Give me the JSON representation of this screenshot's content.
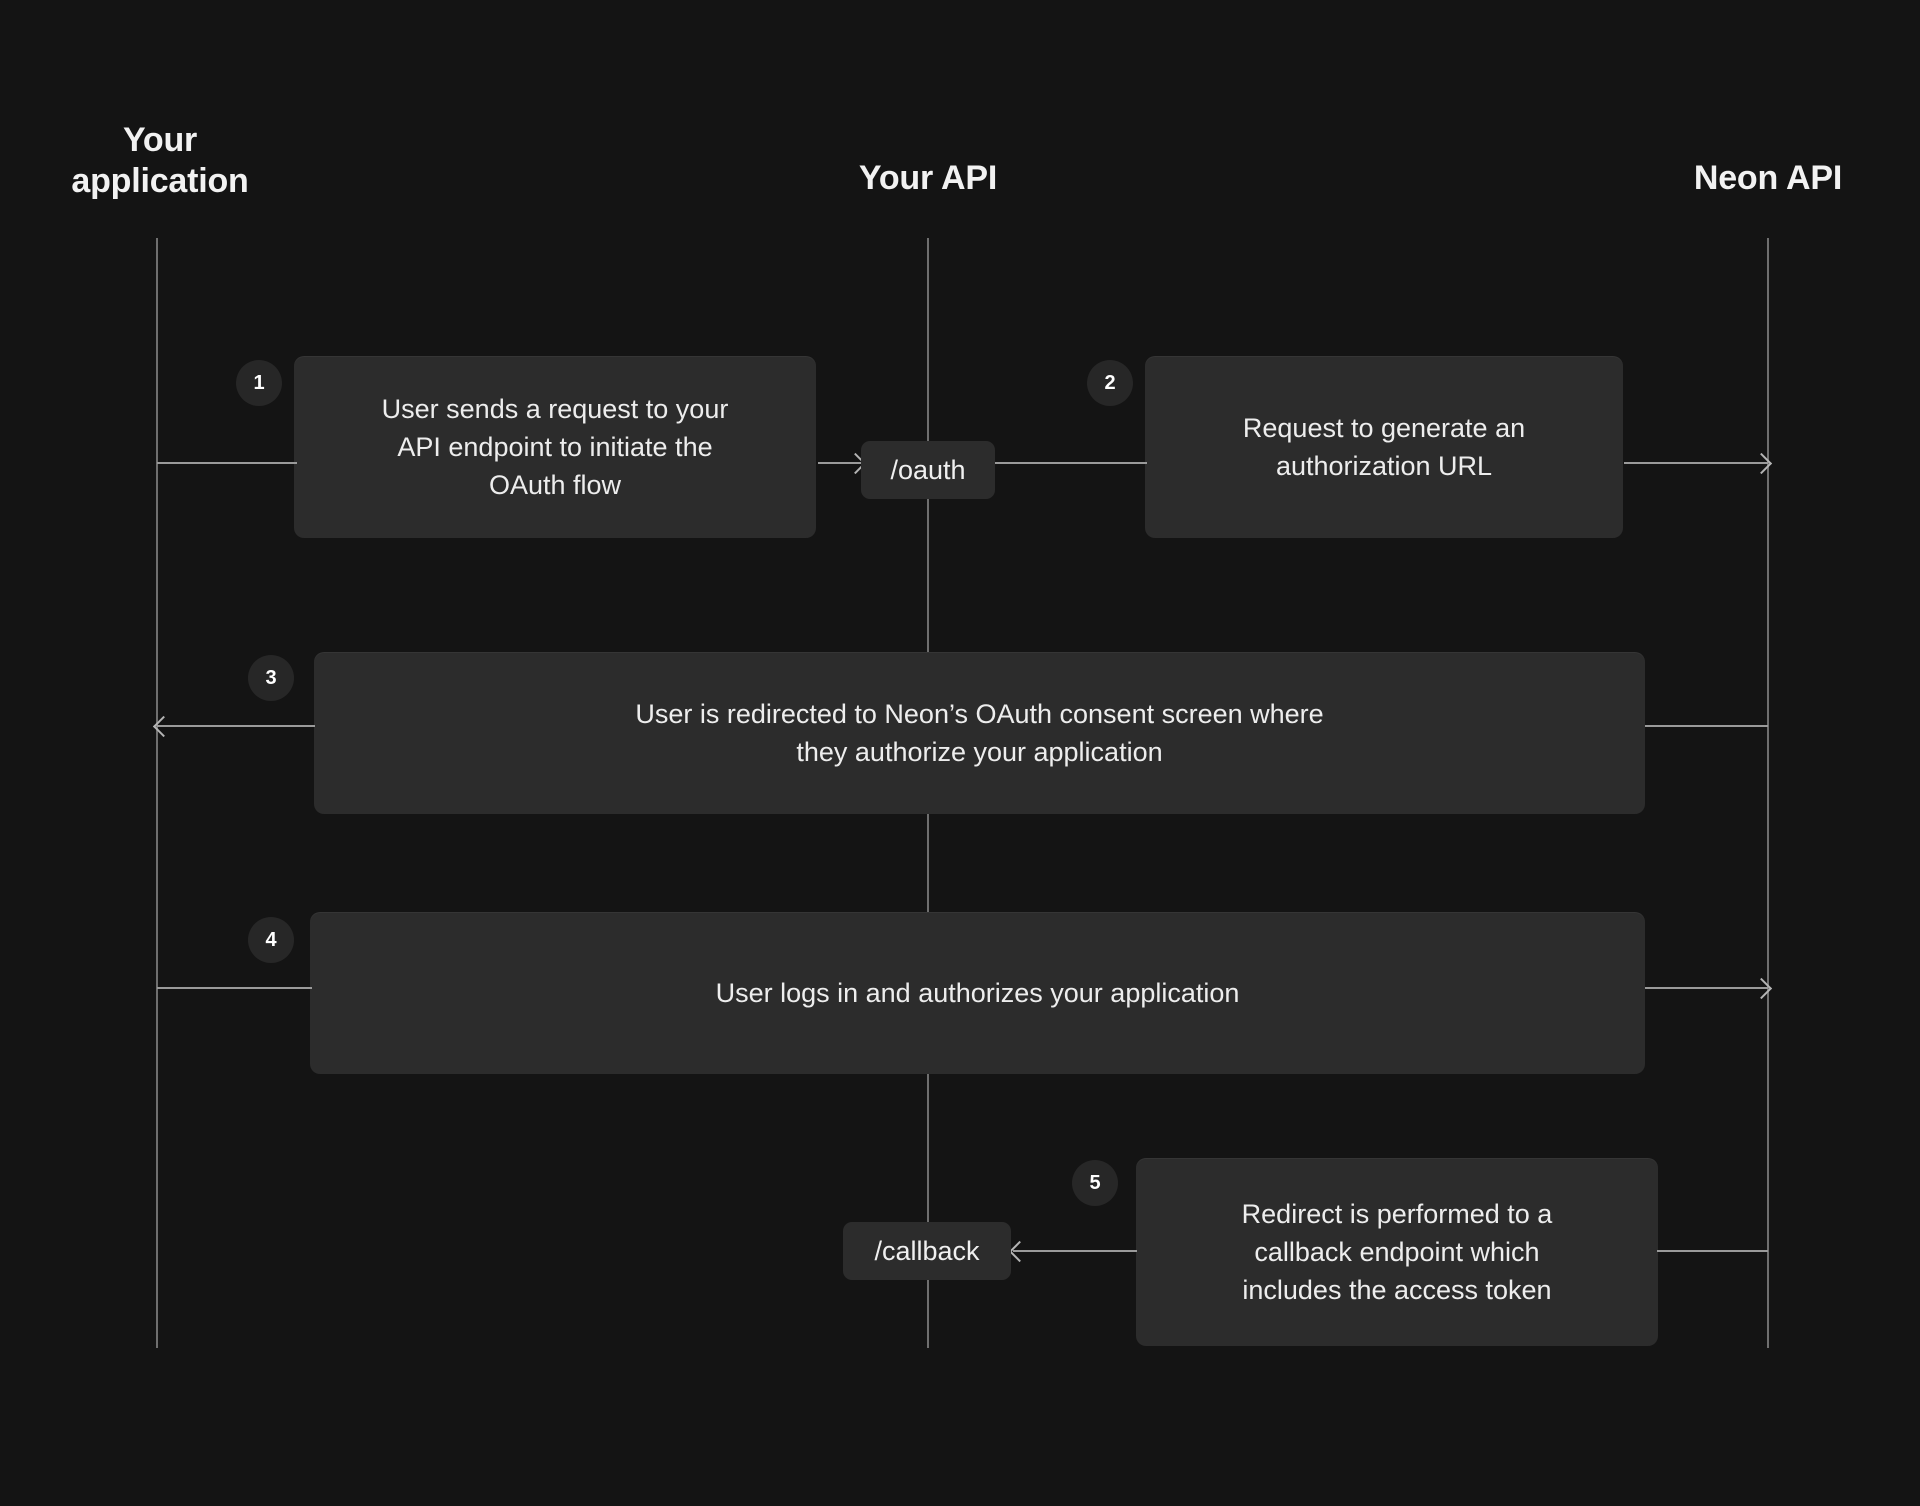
{
  "diagram": {
    "title": "Neon OAuth flow sequence diagram",
    "background_color": "#141414",
    "box_color": "#2c2c2c",
    "line_color": "#9a9a9a",
    "text_color": "#ededed",
    "lanes": [
      {
        "id": "your-application",
        "label": "Your\napplication"
      },
      {
        "id": "your-api",
        "label": "Your API"
      },
      {
        "id": "neon-api",
        "label": "Neon API"
      }
    ],
    "steps": [
      {
        "number": "1",
        "text": "User sends a request to your\nAPI endpoint to initiate the\nOAuth flow",
        "from": "your-application",
        "to": "your-api",
        "direction": "right"
      },
      {
        "number": "2",
        "text": "Request to generate an\nauthorization URL",
        "from": "your-api",
        "to": "neon-api",
        "direction": "right"
      },
      {
        "number": "3",
        "text": "User is redirected to Neon’s OAuth consent screen where\nthey authorize your application",
        "from": "neon-api",
        "to": "your-application",
        "direction": "left"
      },
      {
        "number": "4",
        "text": "User logs in and authorizes your application",
        "from": "your-application",
        "to": "neon-api",
        "direction": "right"
      },
      {
        "number": "5",
        "text": "Redirect is performed to a\ncallback endpoint which\nincludes the access token",
        "from": "neon-api",
        "to": "your-api",
        "direction": "left"
      }
    ],
    "endpoints": [
      {
        "id": "oauth",
        "label": "/oauth"
      },
      {
        "id": "callback",
        "label": "/callback"
      }
    ]
  }
}
